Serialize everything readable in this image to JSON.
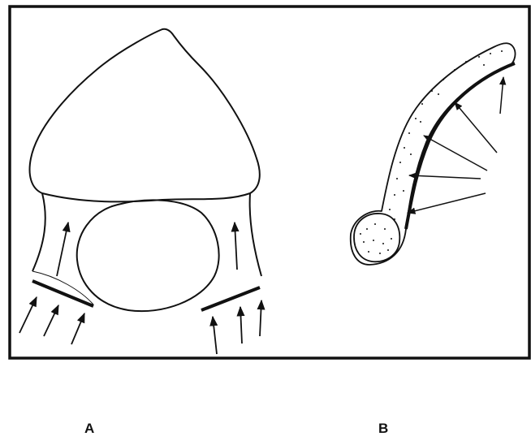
{
  "panels": [
    {
      "id": "A",
      "label": "A"
    },
    {
      "id": "B",
      "label": "B"
    }
  ],
  "colors": {
    "ink": "#111111",
    "background": "#ffffff"
  }
}
